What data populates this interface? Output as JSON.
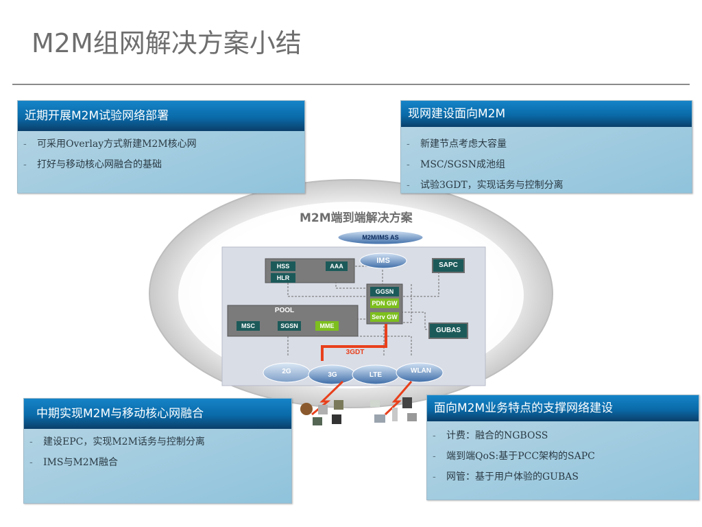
{
  "title": "M2M组网解决方案小结",
  "boxes": {
    "top_left": {
      "header": "近期开展M2M试验网络部署",
      "items": [
        "可采用Overlay方式新建M2M核心网",
        "打好与移动核心网融合的基础"
      ]
    },
    "top_right": {
      "header": "现网建设面向M2M",
      "items": [
        "新建节点考虑大容量",
        "MSC/SGSN成池组",
        "试验3GDT，实现话务与控制分离"
      ]
    },
    "bottom_left": {
      "header": "中期实现M2M与移动核心网融合",
      "items": [
        "建设EPC，实现M2M话务与控制分离",
        "IMS与M2M融合"
      ]
    },
    "bottom_right": {
      "header": "面向M2M业务特点的支撑网络建设",
      "items": [
        "计费：融合的NGBOSS",
        "端到端QoS:基于PCC架构的SAPC",
        "网管：基于用户体验的GUBAS"
      ]
    }
  },
  "diagram": {
    "title": "M2M端到端解决方案",
    "m2m_ims_as": "M2M/IMS AS",
    "ims": "IMS",
    "hss": "HSS",
    "hlr": "HLR",
    "aaa": "AAA",
    "sapc": "SAPC",
    "ggsn": "GGSN",
    "pdn_gw": "PDN GW",
    "serv_gw": "Serv GW",
    "pool": "POOL",
    "msc": "MSC",
    "sgsn": "SGSN",
    "mme": "MME",
    "gubas": "GUBAS",
    "gdt": "3GDT",
    "access": [
      "2G",
      "3G",
      "LTE",
      "WLAN"
    ]
  },
  "colors": {
    "header_blue": "#0a6aa8",
    "node_teal": "#1c5a5a",
    "node_green": "#7dbf1e",
    "gdt_red": "#e8401c",
    "ellipse_gray": "#cfcfcf"
  }
}
